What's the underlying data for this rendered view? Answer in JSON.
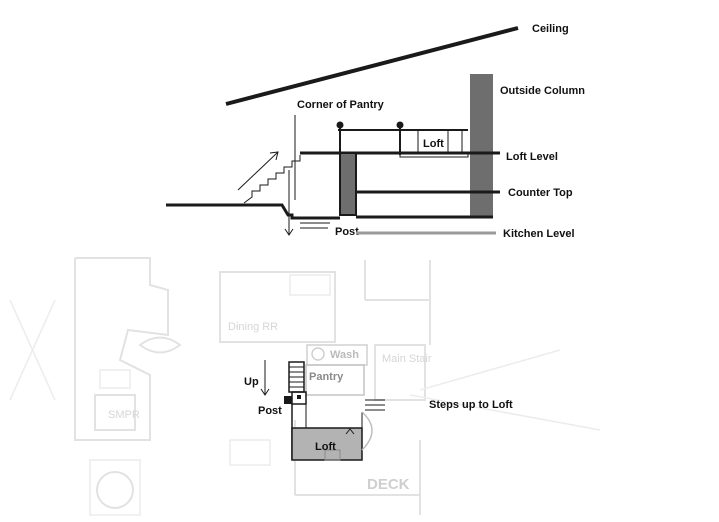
{
  "section": {
    "ceiling": "Ceiling",
    "outside_column": "Outside Column",
    "corner_of_pantry": "Corner of Pantry",
    "loft": "Loft",
    "loft_level": "Loft Level",
    "counter_top": "Counter Top",
    "post": "Post",
    "kitchen_level": "Kitchen Level"
  },
  "plan": {
    "up": "Up",
    "post": "Post",
    "pantry": "Pantry",
    "wash": "Wash",
    "loft": "Loft",
    "steps_up_to_loft": "Steps up to Loft",
    "deck": "DECK",
    "faded_room_left": "Dining RR",
    "faded_room_right": "Main Stair",
    "faded_room_small": "SMPR"
  },
  "colors": {
    "line": "#1a1a1a",
    "column": "#6e6e6e",
    "kitchen_level": "#9a9a9a",
    "loft_fill": "#b3b3b3",
    "faded_plan": "#e0e0e0"
  }
}
